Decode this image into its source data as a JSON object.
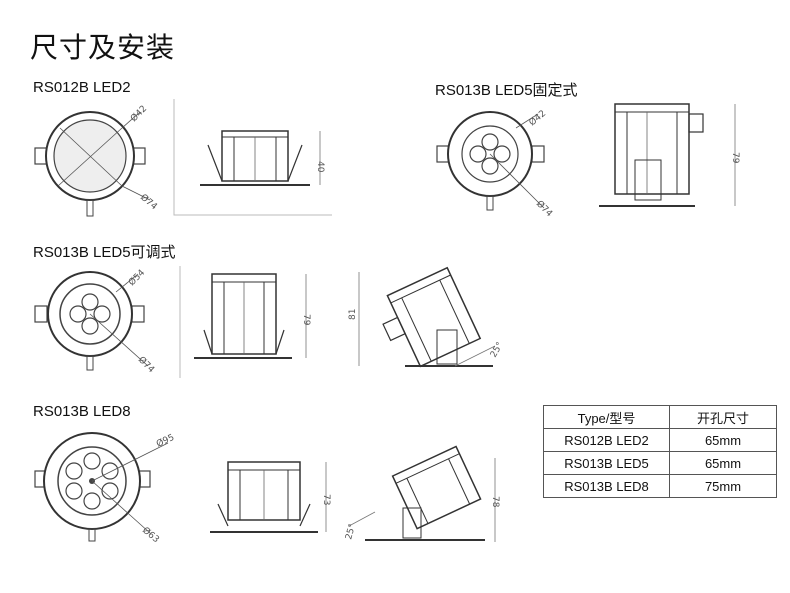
{
  "page": {
    "title": "尺寸及安装"
  },
  "sections": [
    {
      "label": "RS012B LED2",
      "dim_small": "Ø42",
      "dim_large": "Ø74",
      "height": "40"
    },
    {
      "label": "RS013B LED5固定式",
      "dim_small": "Ø42",
      "dim_large": "Ø74",
      "height": "79"
    },
    {
      "label": "RS013B LED5可调式",
      "dim_small": "Ø54",
      "dim_large": "Ø74",
      "height": "79",
      "tilt_height": "81",
      "angle": "25°"
    },
    {
      "label": "RS013B LED8",
      "dim_small": "Ø95",
      "dim_large": "Ø63",
      "height": "73",
      "tilt_height": "78",
      "angle": "25°"
    }
  ],
  "table": {
    "headers": [
      "Type/型号",
      "开孔尺寸"
    ],
    "rows": [
      [
        "RS012B LED2",
        "65mm"
      ],
      [
        "RS013B LED5",
        "65mm"
      ],
      [
        "RS013B LED8",
        "75mm"
      ]
    ]
  }
}
